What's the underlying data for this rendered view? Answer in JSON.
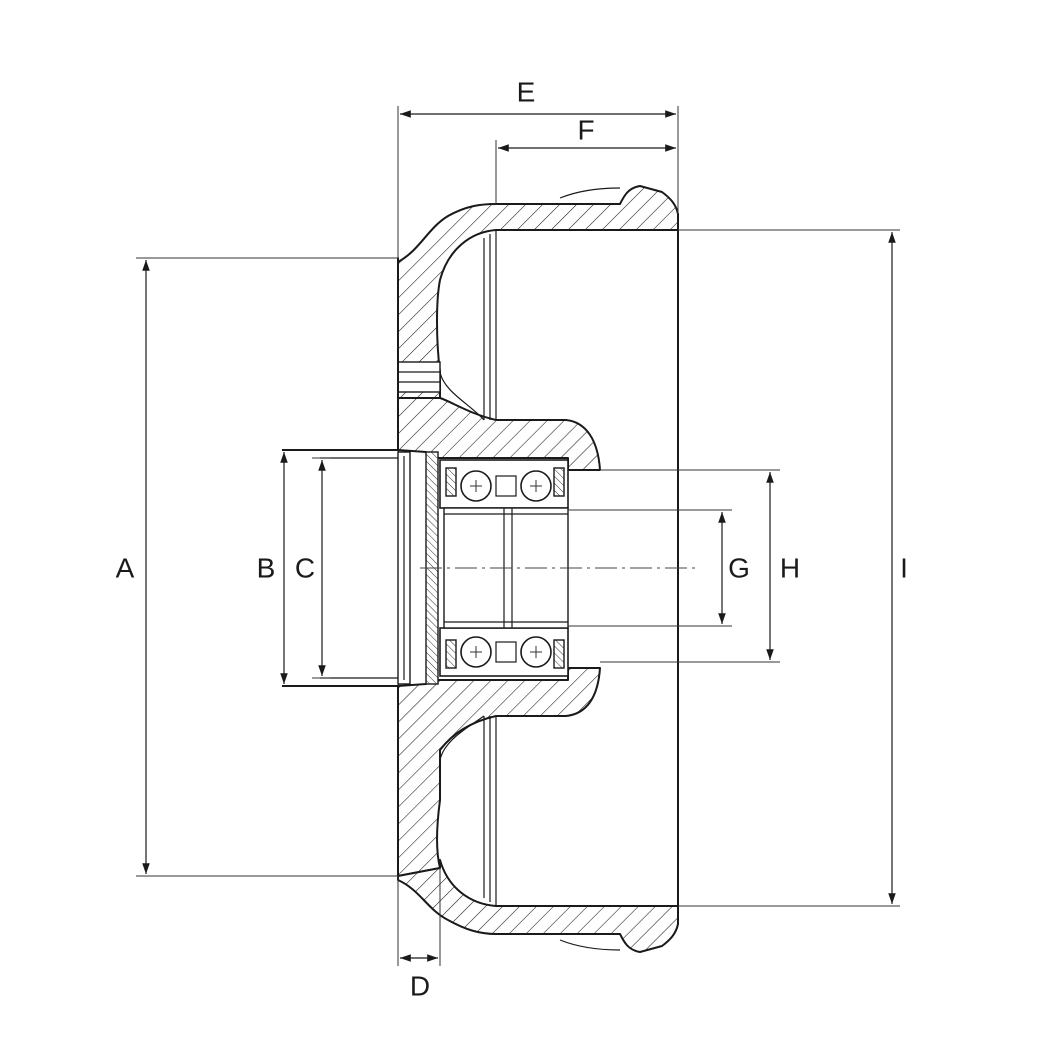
{
  "drawing": {
    "dimension_labels": {
      "A": "A",
      "B": "B",
      "C": "C",
      "D": "D",
      "E": "E",
      "F": "F",
      "G": "G",
      "H": "H",
      "I": "I"
    }
  }
}
